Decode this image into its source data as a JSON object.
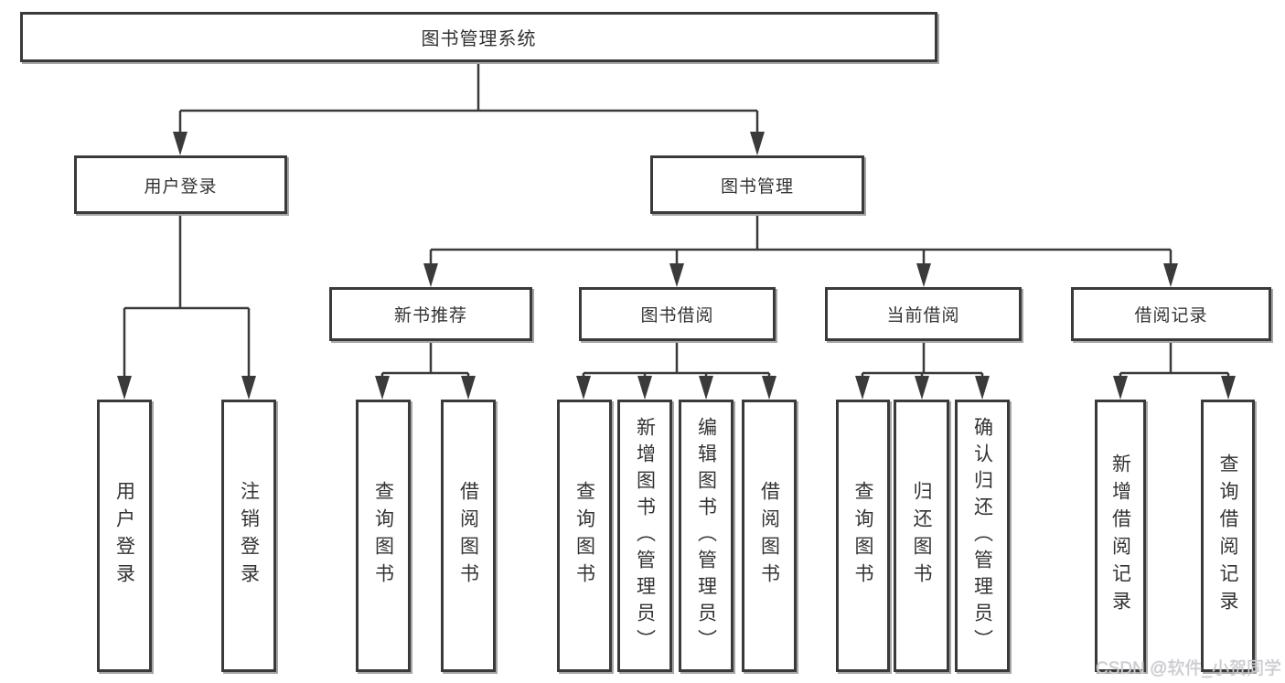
{
  "tree": {
    "root": {
      "label": "图书管理系统"
    },
    "branches": [
      {
        "label": "用户登录",
        "children": [
          {
            "label": "用户登录"
          },
          {
            "label": "注销登录"
          }
        ]
      },
      {
        "label": "图书管理",
        "children": [
          {
            "label": "新书推荐",
            "children": [
              {
                "label": "查询图书"
              },
              {
                "label": "借阅图书"
              }
            ]
          },
          {
            "label": "图书借阅",
            "children": [
              {
                "label": "查询图书"
              },
              {
                "label": "新增图书（管理员）"
              },
              {
                "label": "编辑图书（管理员）"
              },
              {
                "label": "借阅图书"
              }
            ]
          },
          {
            "label": "当前借阅",
            "children": [
              {
                "label": "查询图书"
              },
              {
                "label": "归还图书"
              },
              {
                "label": "确认归还（管理员）"
              }
            ]
          },
          {
            "label": "借阅记录",
            "children": [
              {
                "label": "新增借阅记录"
              },
              {
                "label": "查询借阅记录"
              }
            ]
          }
        ]
      }
    ]
  },
  "watermark": {
    "text": "CSDN @软件_小贺同学"
  },
  "colors": {
    "line": "#3a3a3a",
    "box_border": "#3a3a3a",
    "box_fill": "#ffffff",
    "shadow": "#a6a6a6",
    "text": "#333333",
    "watermark": "#cbcdd1",
    "background": "#ffffff"
  }
}
